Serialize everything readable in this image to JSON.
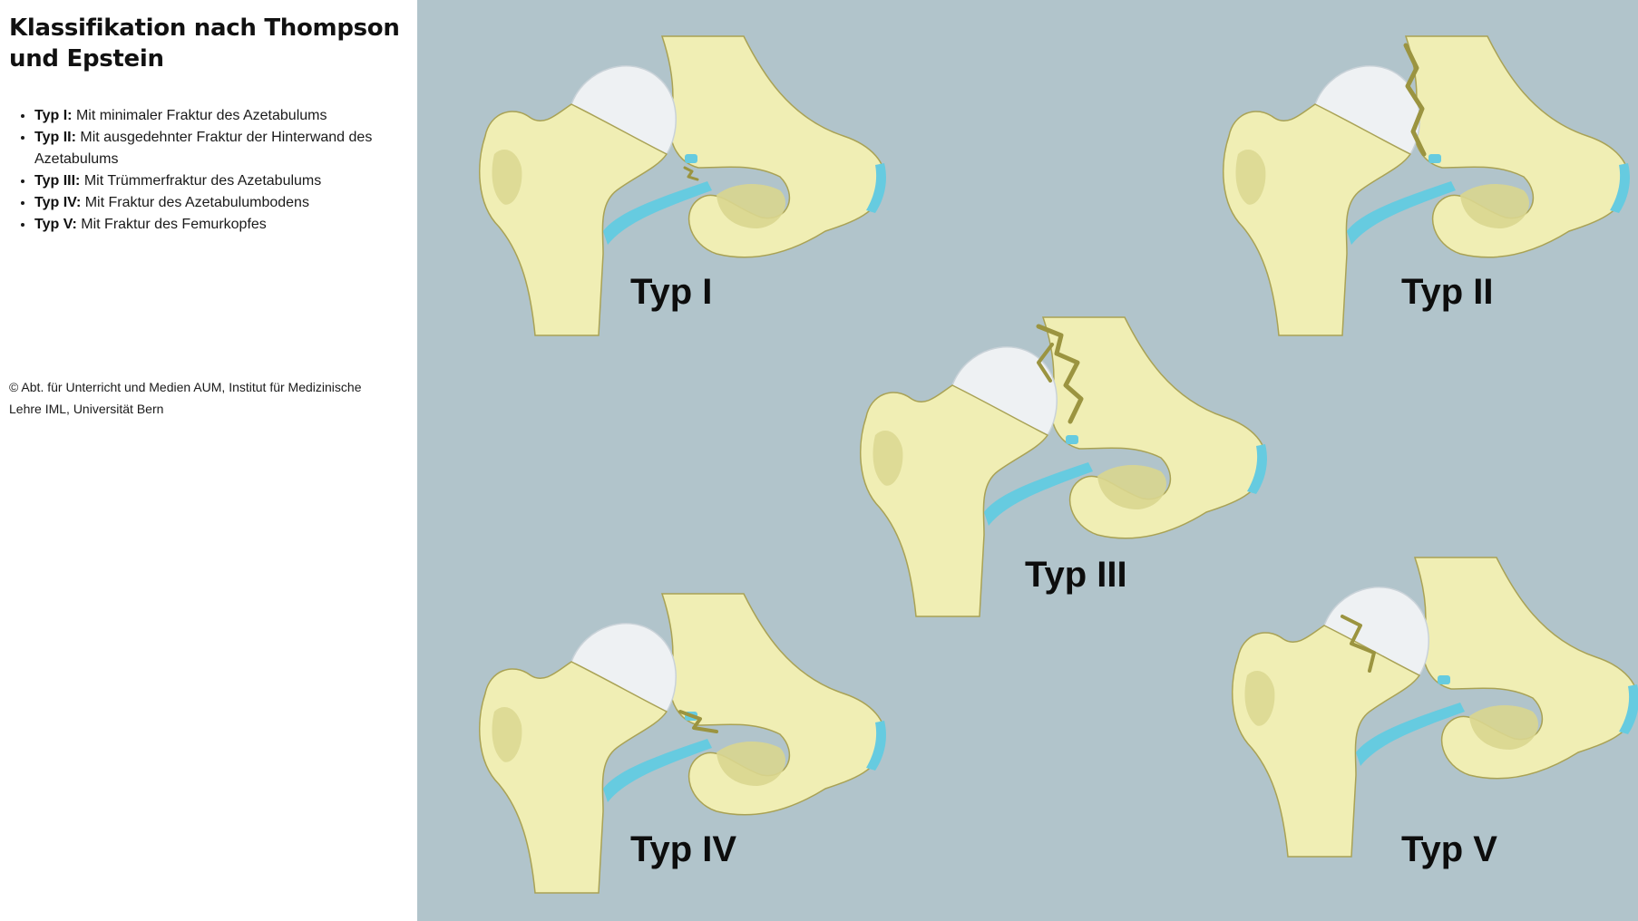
{
  "sidebar": {
    "title": "Klassifikation nach Thompson und Epstein",
    "types": [
      {
        "term": "Typ I:",
        "description": "Mit minimaler Fraktur des Azetabulums"
      },
      {
        "term": "Typ II:",
        "description": "Mit ausgedehnter Fraktur der Hinterwand des Azetabulums"
      },
      {
        "term": "Typ III:",
        "description": "Mit Trümmerfraktur des Azetabulums"
      },
      {
        "term": "Typ IV:",
        "description": "Mit Fraktur des Azetabulumbodens"
      },
      {
        "term": "Typ V:",
        "description": "Mit Fraktur des Femurkopfes"
      }
    ],
    "credit": "© Abt. für Unterricht und Medien AUM, Institut für Medizinische Lehre IML, Universität Bern"
  },
  "figure": {
    "labels": {
      "typ1": "Typ I",
      "typ2": "Typ II",
      "typ3": "Typ III",
      "typ4": "Typ IV",
      "typ5": "Typ V"
    },
    "colors": {
      "background": "#b1c4cb",
      "bone": "#f0eeb4",
      "bone_shadow": "#d9d68f",
      "bone_outline": "#a9a255",
      "cartilage": "#eef1f3",
      "ligament": "#66cbe0",
      "fracture": "#9b9440"
    }
  }
}
